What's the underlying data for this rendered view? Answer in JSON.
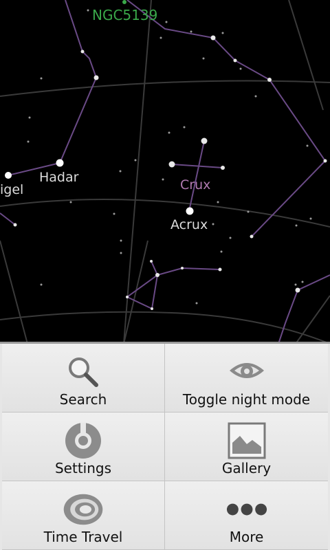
{
  "sky": {
    "labels": {
      "ngc": "NGC5139",
      "hadar": "Hadar",
      "rigel": "igel",
      "crux": "Crux",
      "acrux": "Acrux"
    },
    "colors": {
      "background": "#000000",
      "constellation_line": "#6a4a86",
      "grid_line": "#3a3a3a",
      "star": "#ffffff",
      "ngc_label": "#3aa84a",
      "crux_label": "#b07ab0"
    }
  },
  "menu": {
    "items": [
      {
        "label": "Search",
        "icon": "search-icon"
      },
      {
        "label": "Toggle night mode",
        "icon": "eye-icon"
      },
      {
        "label": "Settings",
        "icon": "settings-icon"
      },
      {
        "label": "Gallery",
        "icon": "gallery-icon"
      },
      {
        "label": "Time Travel",
        "icon": "time-travel-icon"
      },
      {
        "label": "More",
        "icon": "more-icon"
      }
    ]
  }
}
